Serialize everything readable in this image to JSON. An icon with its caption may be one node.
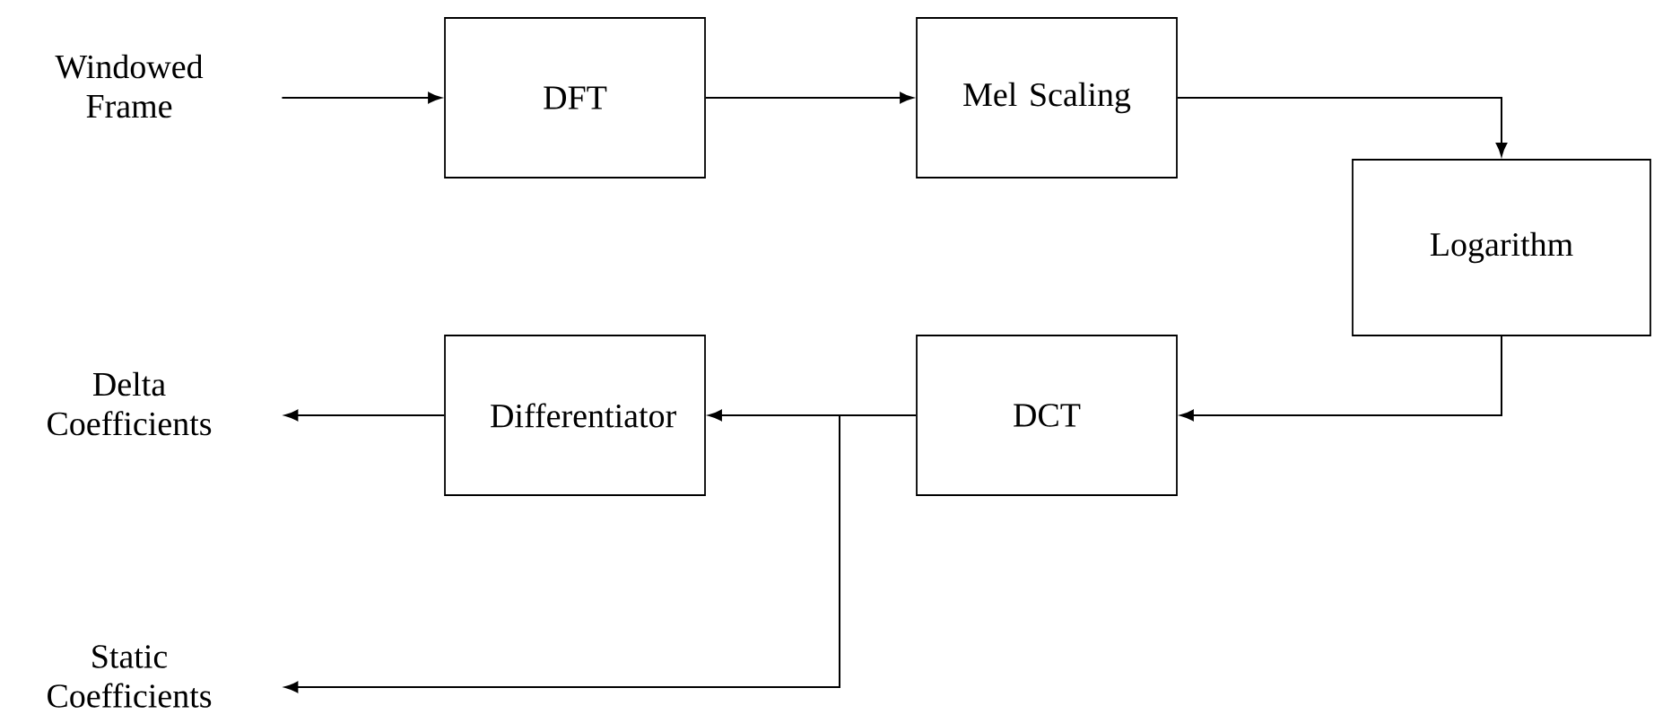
{
  "diagram": {
    "nodes": [
      {
        "text": [
          "Windowed Frame"
        ]
      },
      {
        "text": [
          "DFT"
        ]
      },
      {
        "text": [
          "Mel Scaling"
        ]
      },
      {
        "text": [
          "Logarithm"
        ]
      },
      {
        "text": [
          "DCT"
        ]
      },
      {
        "text": [
          "Differentiator"
        ]
      },
      {
        "text": [
          "Delta Coefficients"
        ]
      },
      {
        "text": [
          "Static Coefficients"
        ]
      }
    ],
    "edges": [
      {
        "from": 0,
        "to": 1,
        "arrow": "to"
      },
      {
        "from": 1,
        "to": 2,
        "arrow": "to"
      },
      {
        "from": 2,
        "to": 3,
        "arrow": "to"
      },
      {
        "from": 3,
        "to": 4,
        "arrow": "to"
      },
      {
        "from": 4,
        "to": 5,
        "arrow": "to"
      },
      {
        "from": 5,
        "to": 6,
        "arrow": "to"
      },
      {
        "from": 4,
        "to": 7,
        "arrow": "to"
      }
    ]
  }
}
